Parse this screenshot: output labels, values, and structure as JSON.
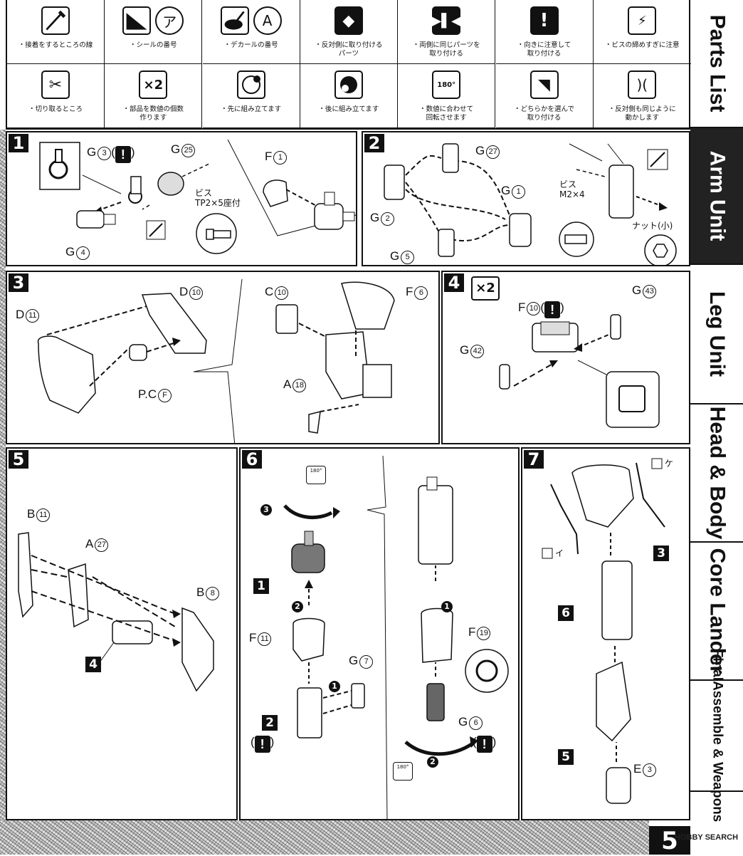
{
  "legend": [
    {
      "icon": "glue-line-icon",
      "caption": "・接着をするところの線"
    },
    {
      "icon": "sticker-icon",
      "glyph": "ア",
      "caption": "・シールの番号"
    },
    {
      "icon": "decal-icon",
      "glyph": "A",
      "caption": "・デカールの番号"
    },
    {
      "icon": "attach-opposite-icon",
      "caption": "・反対側に取り付ける\nパーツ"
    },
    {
      "icon": "attach-same-both-icon",
      "caption": "・両側に同じパーツを\n取り付ける"
    },
    {
      "icon": "caution-icon",
      "caption": "・向きに注意して\n取り付ける"
    },
    {
      "icon": "screw-overtighten-icon",
      "caption": "・ビスの締めすぎに注意"
    },
    {
      "icon": "nipper-icon",
      "caption": "・切り取るところ"
    },
    {
      "icon": "multiply-icon",
      "glyph": "×2",
      "caption": "・部品を数値の個数\n作ります"
    },
    {
      "icon": "assemble-first-icon",
      "caption": "・先に組み立てます"
    },
    {
      "icon": "assemble-later-icon",
      "caption": "・後に組み立てます"
    },
    {
      "icon": "rotate-180-icon",
      "glyph": "180°",
      "caption": "・数値に合わせて\n回転させます"
    },
    {
      "icon": "choose-one-icon",
      "caption": "・どちらかを選んで\n取り付ける"
    },
    {
      "icon": "same-move-opposite-icon",
      "caption": "・反対側も同じように\n動かします"
    }
  ],
  "steps": {
    "s1": {
      "no": "1",
      "g3": "G",
      "g3n": "3",
      "g25": "G",
      "g25n": "25",
      "f1": "F",
      "f1n": "1",
      "g4": "G",
      "g4n": "4",
      "screw": "ビス\nTP2×5座付"
    },
    "s2": {
      "no": "2",
      "g27": "G",
      "g27n": "27",
      "g1": "G",
      "g1n": "1",
      "g2": "G",
      "g2n": "2",
      "g5": "G",
      "g5n": "5",
      "screw": "ビス\nM2×4",
      "nut": "ナット(小)"
    },
    "s3": {
      "no": "3",
      "d10": "D",
      "d10n": "10",
      "d11": "D",
      "d11n": "11",
      "pc": "P.C",
      "pcn": "F",
      "c10": "C",
      "c10n": "10",
      "f6": "F",
      "f6n": "6",
      "a18": "A",
      "a18n": "18"
    },
    "s4": {
      "no": "4",
      "mult": "×2",
      "f10": "F",
      "f10n": "10",
      "g43": "G",
      "g43n": "43",
      "g42": "G",
      "g42n": "42"
    },
    "s5": {
      "no": "5",
      "b11": "B",
      "b11n": "11",
      "a27": "A",
      "a27n": "27",
      "b8": "B",
      "b8n": "8",
      "sub": "4"
    },
    "s6": {
      "no": "6",
      "rot": "180°",
      "f11": "F",
      "f11n": "11",
      "g7": "G",
      "g7n": "7",
      "f19": "F",
      "f19n": "19",
      "g6": "G",
      "g6n": "6",
      "sub1": "1",
      "sub2": "2",
      "n1": "1",
      "n2": "2",
      "n3": "3"
    },
    "s7": {
      "no": "7",
      "sticker_ke": "ケ",
      "sticker_i": "イ",
      "e3": "E",
      "e3n": "3",
      "sub3": "3",
      "sub6": "6",
      "sub5": "5"
    }
  },
  "tabs": [
    {
      "label": "Parts List",
      "active": false
    },
    {
      "label": "Arm Unit",
      "active": true
    },
    {
      "label": "Leg Unit",
      "active": false
    },
    {
      "label": "Head & Body",
      "active": false
    },
    {
      "label": "Core Lander",
      "active": false
    },
    {
      "label": "FinalAssemble & Weapons",
      "active": false
    }
  ],
  "page_number": "5",
  "watermark": "HOBBY SEARCH",
  "colors": {
    "ink": "#111111",
    "tab_active": "#222222",
    "paper": "#ffffff"
  }
}
